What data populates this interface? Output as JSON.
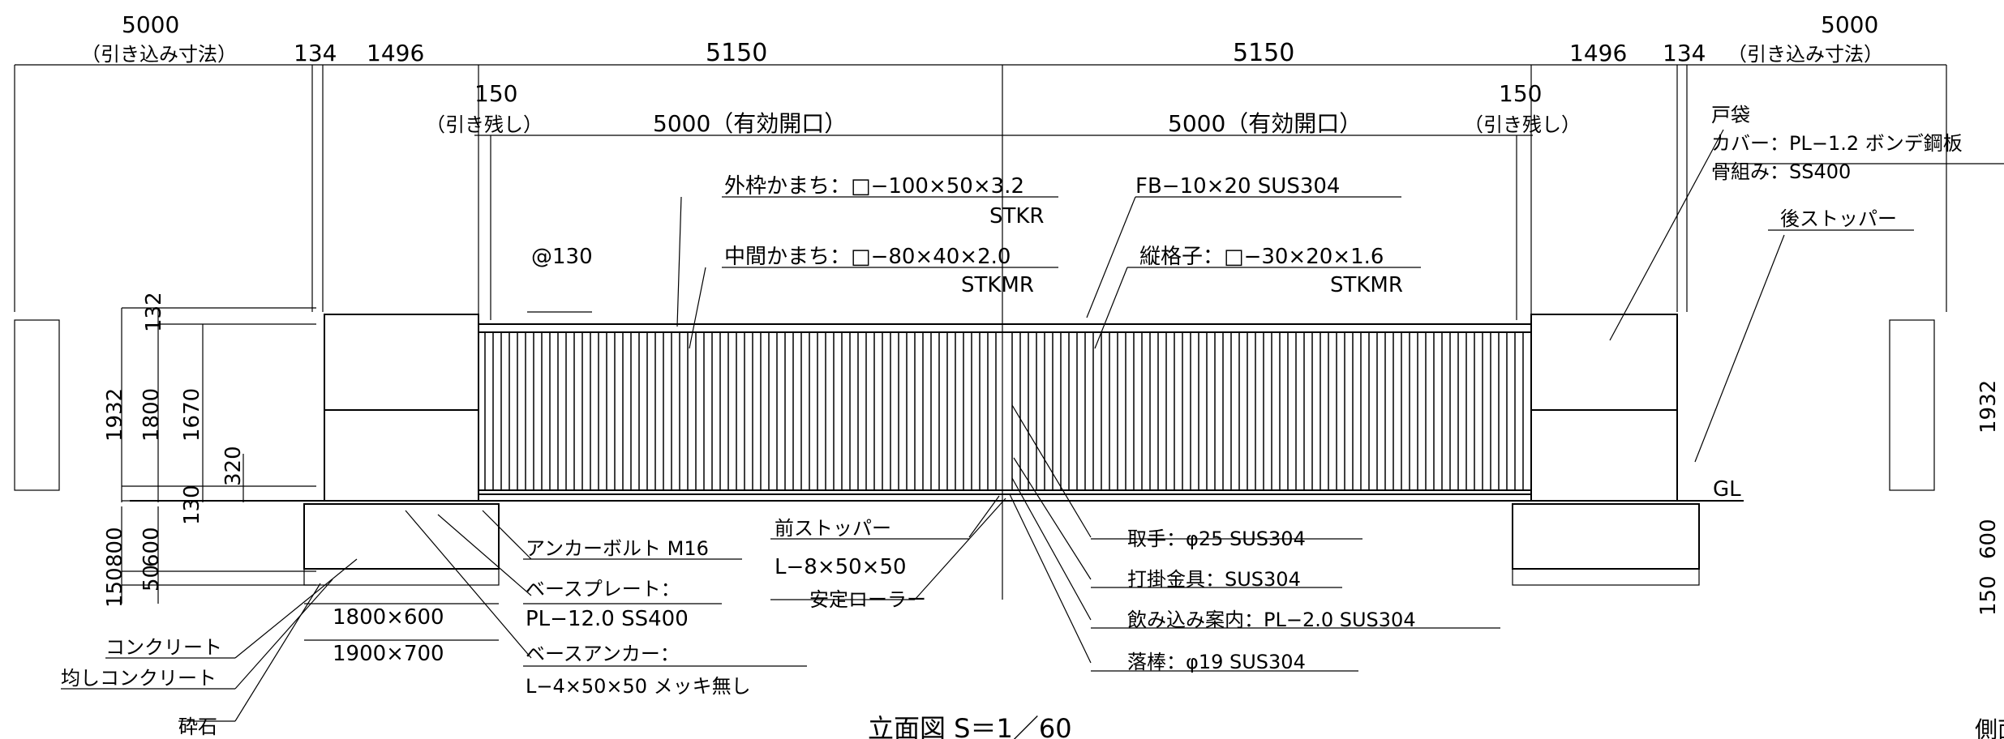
{
  "title": "立面図 S＝1／60",
  "side_title_partial": "側面",
  "dims_top": {
    "left_5000": "5000",
    "left_pull": "（引き込み寸法）",
    "left_134": "134",
    "left_1496": "1496",
    "center_5150_left": "5150",
    "center_5150_right": "5150",
    "right_1496": "1496",
    "right_134": "134",
    "right_5000": "5000",
    "right_pull": "（引き込み寸法）"
  },
  "dims_second": {
    "left_150": "150",
    "left_remain": "（引き残し）",
    "left_opening": "5000（有効開口）",
    "right_opening": "5000（有効開口）",
    "right_150": "150",
    "right_remain": "（引き残し）"
  },
  "labels": {
    "frame": "外枠かまち：□−100×50×3.2",
    "frame_mat": "STKR",
    "mid": "中間かまち：□−80×40×2.0",
    "mid_mat": "STKMR",
    "pitch": "@130",
    "fb": "FB−10×20 SUS304",
    "lattice": "縦格子：□−30×20×1.6",
    "lattice_mat": "STKMR",
    "pocket": "戸袋",
    "cover": "カバー：PL−1.2 ボンデ鋼板",
    "skeleton": "骨組み：SS400",
    "rear_stopper": "後ストッパー",
    "gl": "GL",
    "anchor_bolt": "アンカーボルト M16",
    "base_plate": "ベースプレート：",
    "base_plate_spec": "PL−12.0 SS400",
    "base_anchor": "ベースアンカー：",
    "base_anchor_spec": "L−4×50×50 メッキ無し",
    "found1": "1800×600",
    "found2": "1900×700",
    "concrete": "コンクリート",
    "leveling": "均しコンクリート",
    "gravel": "砕石",
    "front_stopper": "前ストッパー",
    "front_stopper_spec": "L−8×50×50",
    "roller": "安定ローラー",
    "handle": "取手：φ25 SUS304",
    "latch": "打掛金具：SUS304",
    "guide": "飲み込み案内：PL−2.0  SUS304",
    "drop_rod": "落棒：φ19 SUS304"
  },
  "vdims": {
    "h1932": "1932",
    "h1800": "1800",
    "h1670": "1670",
    "h132": "132",
    "h320": "320",
    "h130": "130",
    "h800": "800",
    "h600": "600",
    "h50": "50",
    "h150": "150",
    "r1932": "1932",
    "r150": "150",
    "r600": "600"
  }
}
